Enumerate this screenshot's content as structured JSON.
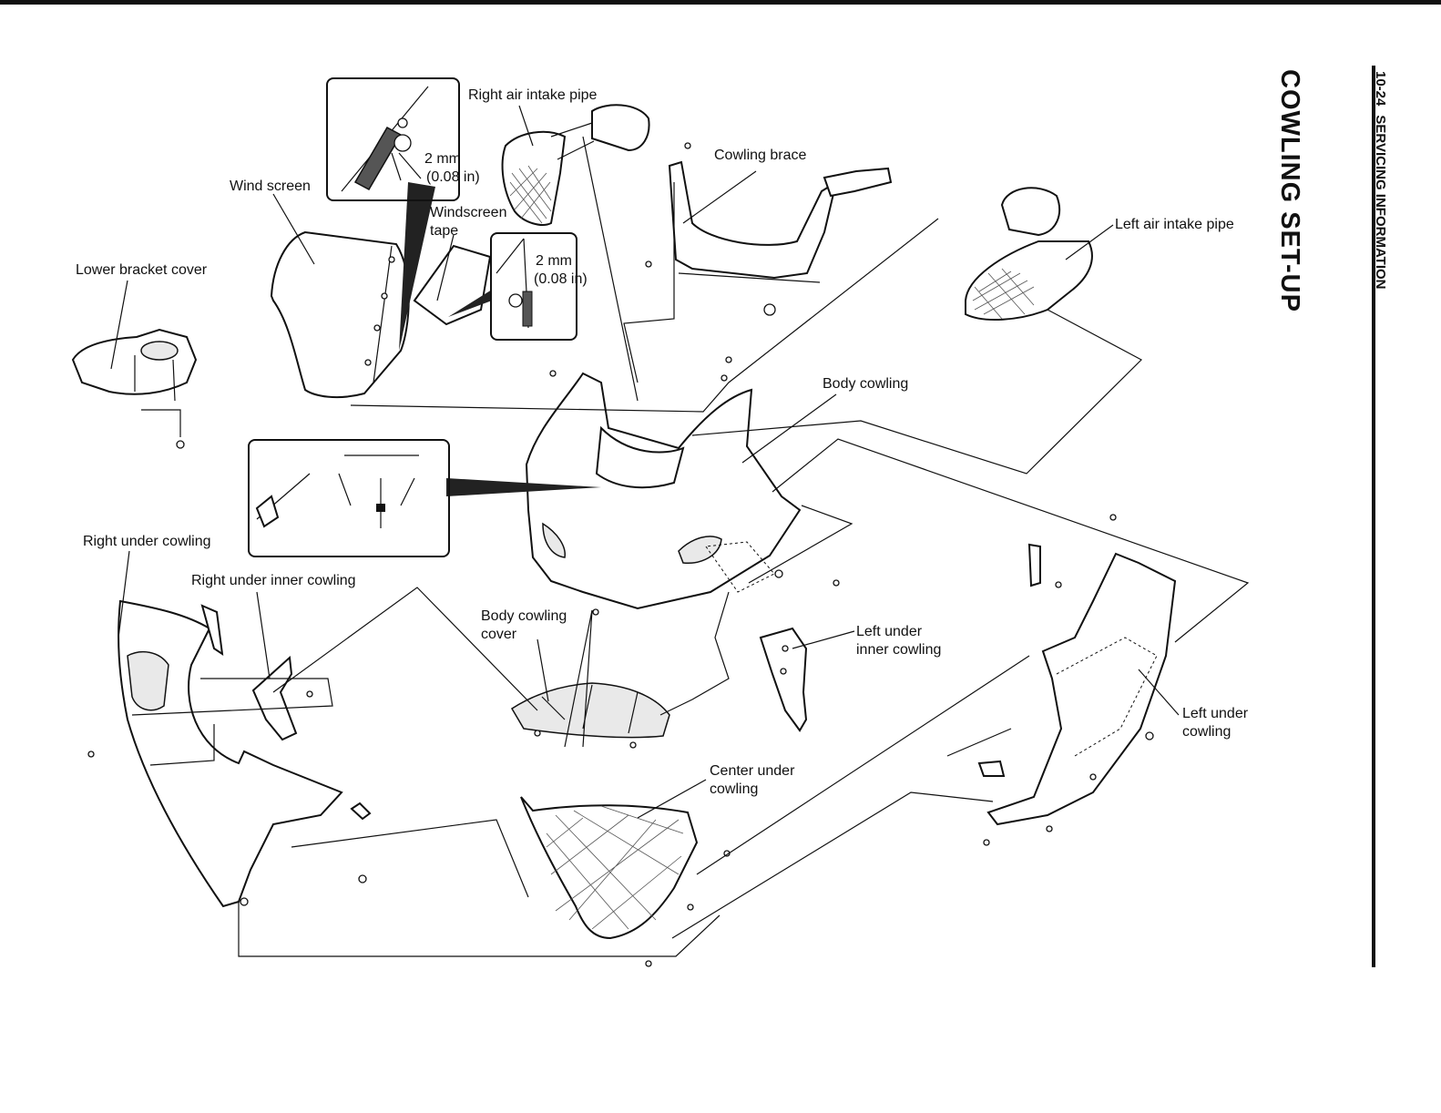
{
  "header": {
    "page_number": "10-24",
    "chapter_title": "SERVICING INFORMATION",
    "section_title": "COWLING SET-UP"
  },
  "callouts": {
    "right_air_intake_pipe": "Right air intake pipe",
    "cowling_brace": "Cowling brace",
    "wind_screen": "Wind screen",
    "windscreen_tape_line1": "Windscreen",
    "windscreen_tape_line2": "tape",
    "lower_bracket_cover": "Lower bracket cover",
    "left_air_intake_pipe": "Left air intake pipe",
    "body_cowling": "Body cowling",
    "right_under_cowling": "Right under cowling",
    "right_under_inner_cowling": "Right under inner cowling",
    "body_cowling_cover_line1": "Body cowling",
    "body_cowling_cover_line2": "cover",
    "left_under_inner_cowling_line1": "Left under",
    "left_under_inner_cowling_line2": "inner cowling",
    "left_under_cowling_line1": "Left under",
    "left_under_cowling_line2": "cowling",
    "center_under_cowling_line1": "Center under",
    "center_under_cowling_line2": "cowling"
  },
  "insets": {
    "top": {
      "dim_mm": "2 mm",
      "dim_in": "(0.08 in)"
    },
    "tape": {
      "dim_mm": "2 mm",
      "dim_in": "(0.08 in)"
    }
  }
}
